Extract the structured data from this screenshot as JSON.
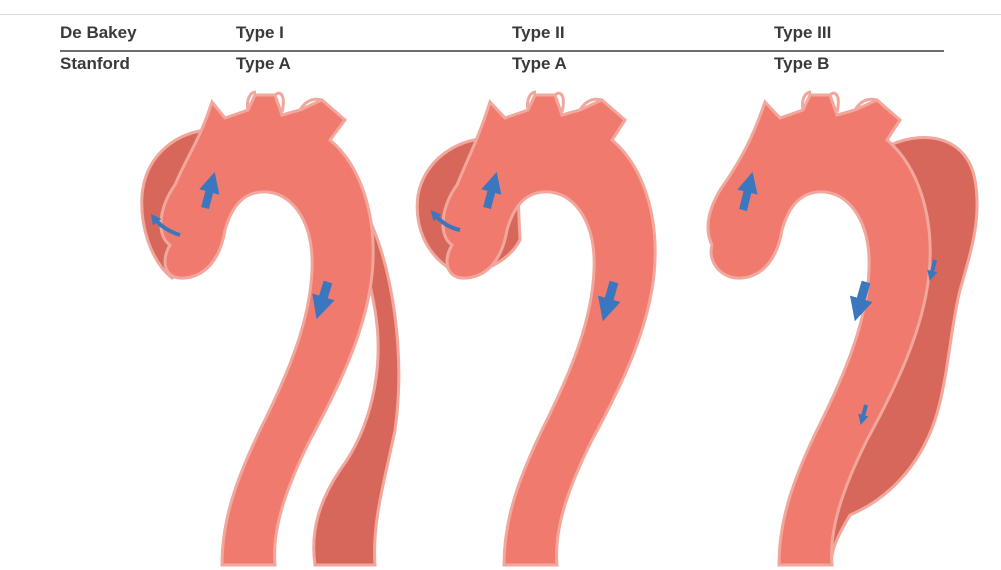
{
  "table": {
    "debakey": {
      "label": "De Bakey",
      "type1": "Type I",
      "type2": "Type II",
      "type3": "Type III"
    },
    "stanford": {
      "label": "Stanford",
      "type1": "Type A",
      "type2": "Type A",
      "type3": "Type B"
    }
  },
  "colors": {
    "lumen": "#f07a6d",
    "false_lumen": "#d8675b",
    "outline": "#f2a79d",
    "arrow": "#3b77be",
    "text": "#3a3a3a"
  },
  "icons": {
    "flow_arrow": "arrow-icon"
  }
}
